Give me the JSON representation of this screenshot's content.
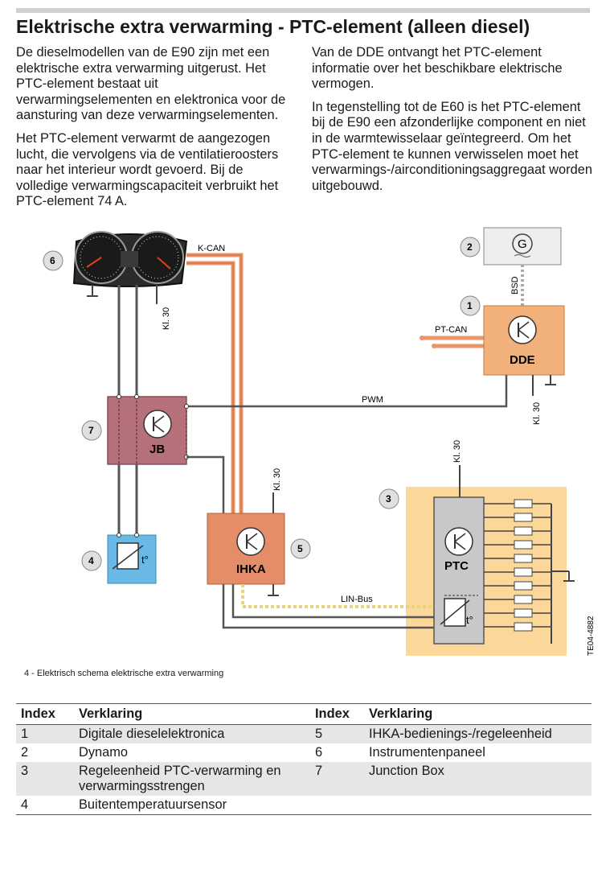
{
  "page": {
    "title": "Elektrische extra verwarming - PTC-element (alleen diesel)",
    "paragraphs_left": [
      "De dieselmodellen van de E90 zijn met een elektrische extra verwarming uitgerust. Het PTC-element bestaat uit verwarmingselementen en elektronica voor de aansturing van deze verwarmingselementen.",
      "Het PTC-element verwarmt de aangezogen lucht, die vervolgens via de ventilatieroosters naar het interieur wordt gevoerd. Bij de volledige verwarmingscapaciteit verbruikt het PTC-element 74 A."
    ],
    "paragraphs_right": [
      "Van de DDE ontvangt het PTC-element informatie over het beschikbare elektrische vermogen.",
      "In tegenstelling tot de E60 is het PTC-element bij de E90 een afzonderlijke component en niet in de warmtewisselaar geïntegreerd. Om het PTC-element te kunnen verwisselen moet het verwarmings-/airconditioningsaggregaat worden uitgebouwd."
    ]
  },
  "diagram": {
    "labels": {
      "kcan": "K-CAN",
      "ptcan": "PT-CAN",
      "bsd": "BSD",
      "pwm": "PWM",
      "linbus": "LIN-Bus",
      "kl30": "Kl. 30",
      "dde": "DDE",
      "jb": "JB",
      "ihka": "IHKA",
      "ptc": "PTC",
      "generator": "G",
      "temp": "t°",
      "ref": "TE04-4882"
    },
    "numbers": [
      "1",
      "2",
      "3",
      "4",
      "5",
      "6",
      "7"
    ],
    "colors": {
      "can_wire": "#e8956a",
      "dde_box": "#f2b07a",
      "jb_box": "#b5707a",
      "ihka_box": "#e58c68",
      "sensor_box": "#6ab8e6",
      "ptc_area": "#fbd79a",
      "lin_bus": "#e8d27a"
    }
  },
  "caption": "4 -   Elektrisch schema elektrische extra verwarming",
  "legend": {
    "headers": [
      "Index",
      "Verklaring",
      "Index",
      "Verklaring"
    ],
    "rows": [
      [
        "1",
        "Digitale dieselelektronica",
        "5",
        "IHKA-bedienings-/regeleenheid"
      ],
      [
        "2",
        "Dynamo",
        "6",
        "Instrumentenpaneel"
      ],
      [
        "3",
        "Regeleenheid PTC-verwarming en verwarmingsstrengen",
        "7",
        "Junction Box"
      ],
      [
        "4",
        "Buitentemperatuursensor",
        "",
        ""
      ]
    ]
  }
}
